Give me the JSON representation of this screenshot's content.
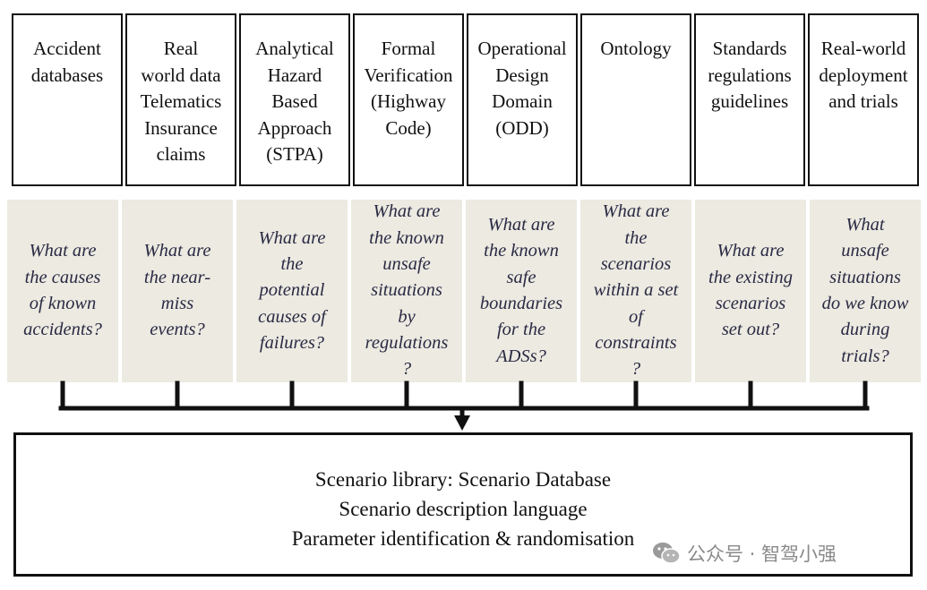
{
  "sources": [
    {
      "label": "Accident\ndatabases"
    },
    {
      "label": "Real\nworld data\nTelematics\nInsurance\nclaims"
    },
    {
      "label": "Analytical\nHazard\nBased\nApproach\n(STPA)"
    },
    {
      "label": "Formal\nVerification\n(Highway\nCode)"
    },
    {
      "label": "Operational\nDesign\nDomain\n(ODD)"
    },
    {
      "label": "Ontology"
    },
    {
      "label": "Standards\nregulations\nguidelines"
    },
    {
      "label": "Real-world\ndeployment\nand trials"
    }
  ],
  "questions": [
    {
      "text": "What are\nthe causes\nof known\naccidents?"
    },
    {
      "text": "What are\nthe near-\nmiss\nevents?"
    },
    {
      "text": "What are\nthe\npotential\ncauses of\nfailures?"
    },
    {
      "text": "What are\nthe known\nunsafe\nsituations\nby\nregulations\n?"
    },
    {
      "text": "What are\nthe known\nsafe\nboundaries\nfor the\nADSs?"
    },
    {
      "text": "What are\nthe\nscenarios\nwithin a set\nof\nconstraints\n?"
    },
    {
      "text": "What are\nthe existing\nscenarios\nset out?"
    },
    {
      "text": "What\nunsafe\nsituations\ndo we know\nduring\ntrials?"
    }
  ],
  "library": {
    "line1": "Scenario library: Scenario Database",
    "line2": "Scenario description language",
    "line3": "Parameter identification & randomisation"
  },
  "watermark": {
    "text": "公众号 · 智驾小强"
  }
}
